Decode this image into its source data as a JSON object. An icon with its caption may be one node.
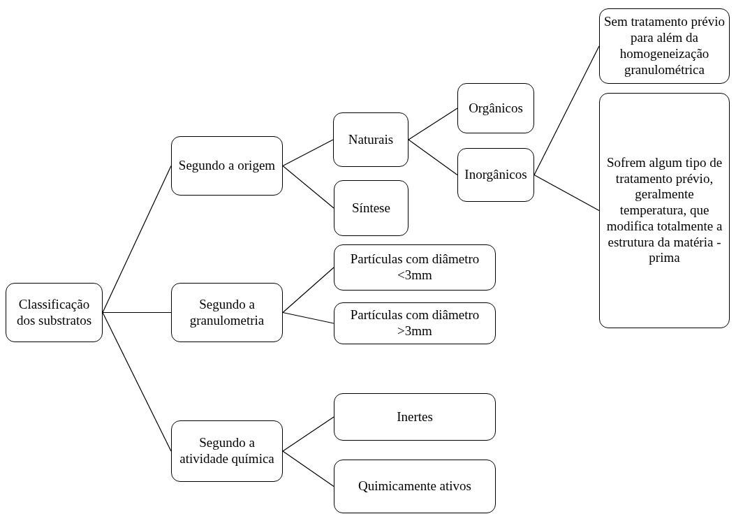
{
  "diagram": {
    "nodes": [
      {
        "text": [
          "Classificação dos substratos"
        ]
      },
      {
        "text": [
          "Segundo a origem"
        ]
      },
      {
        "text": [
          "Naturais"
        ]
      },
      {
        "text": [
          "Orgânicos"
        ]
      },
      {
        "text": [
          "Inorgânicos"
        ]
      },
      {
        "text": [
          "Síntese"
        ]
      },
      {
        "text": [
          "Sem tratamento prévio para além da homogeneização granulométrica"
        ]
      },
      {
        "text": [
          "Sofrem algum tipo de tratamento prévio, geralmente temperatura, que modifica totalmente a estrutura da matéria -prima"
        ]
      },
      {
        "text": [
          "Segundo a granulometria"
        ]
      },
      {
        "text": [
          "Partículas com diâmetro <3mm"
        ]
      },
      {
        "text": [
          "Partículas com diâmetro >3mm"
        ]
      },
      {
        "text": [
          "Segundo a atividade química"
        ]
      },
      {
        "text": [
          "Inertes"
        ]
      },
      {
        "text": [
          "Quimicamente ativos"
        ]
      }
    ],
    "edges": [
      {
        "from": 0,
        "to": 1,
        "arrow": "none"
      },
      {
        "from": 0,
        "to": 8,
        "arrow": "none"
      },
      {
        "from": 0,
        "to": 11,
        "arrow": "none"
      },
      {
        "from": 1,
        "to": 2,
        "arrow": "none"
      },
      {
        "from": 1,
        "to": 5,
        "arrow": "none"
      },
      {
        "from": 2,
        "to": 3,
        "arrow": "none"
      },
      {
        "from": 2,
        "to": 4,
        "arrow": "none"
      },
      {
        "from": 4,
        "to": 6,
        "arrow": "none"
      },
      {
        "from": 4,
        "to": 7,
        "arrow": "none"
      },
      {
        "from": 8,
        "to": 9,
        "arrow": "none"
      },
      {
        "from": 8,
        "to": 10,
        "arrow": "none"
      },
      {
        "from": 11,
        "to": 12,
        "arrow": "none"
      },
      {
        "from": 11,
        "to": 13,
        "arrow": "none"
      }
    ]
  }
}
